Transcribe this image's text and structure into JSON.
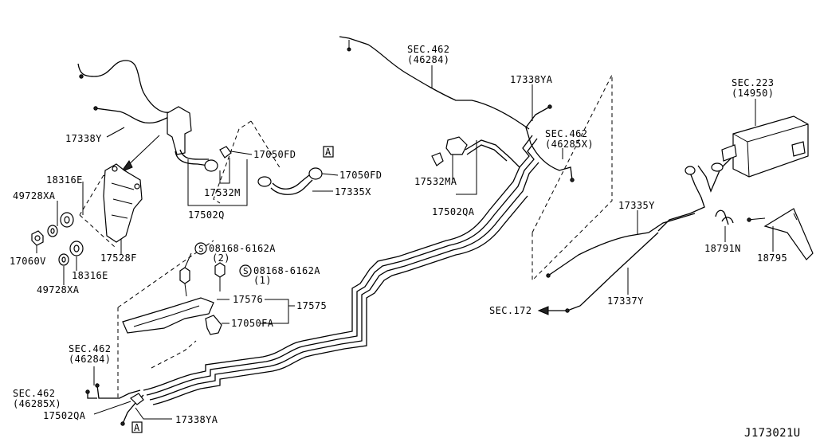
{
  "labels": {
    "sec462_top": "SEC.462",
    "sec462_top_sub": "(46284)",
    "p17338ya_top": "17338YA",
    "sec462_mid": "SEC.462",
    "sec462_mid_sub": "(46285X)",
    "sec223": "SEC.223",
    "sec223_sub": "(14950)",
    "p17338y": "17338Y",
    "p17050fd_1": "17050FD",
    "p17050fd_2": "17050FD",
    "box_a_top": "A",
    "p17532m": "17532M",
    "p17335x": "17335X",
    "p17502q": "17502Q",
    "p17532ma": "17532MA",
    "p17502qa_mid": "17502QA",
    "p18316e_top": "18316E",
    "p49728xa_top": "49728XA",
    "p17060v": "17060V",
    "p17528f": "17528F",
    "p18316e_bot": "18316E",
    "p49728xa_bot": "49728XA",
    "bolt_symbol_1": "S",
    "bolt_08168_2": "08168-6162A",
    "bolt_qty_2": "(2)",
    "bolt_symbol_2": "S",
    "bolt_08168_1": "08168-6162A",
    "bolt_qty_1": "(1)",
    "p17576": "17576",
    "p17575": "17575",
    "p17050fa": "17050FA",
    "p17335y": "17335Y",
    "p18791n": "18791N",
    "p18795": "18795",
    "p17337y": "17337Y",
    "sec172": "SEC.172",
    "sec462_low": "SEC.462",
    "sec462_low_sub": "(46284)",
    "sec462_bot": "SEC.462",
    "sec462_bot_sub": "(46285X)",
    "p17502qa_bot": "17502QA",
    "box_a_bot": "A",
    "p17338ya_bot": "17338YA",
    "diagram_id": "J173021U"
  }
}
